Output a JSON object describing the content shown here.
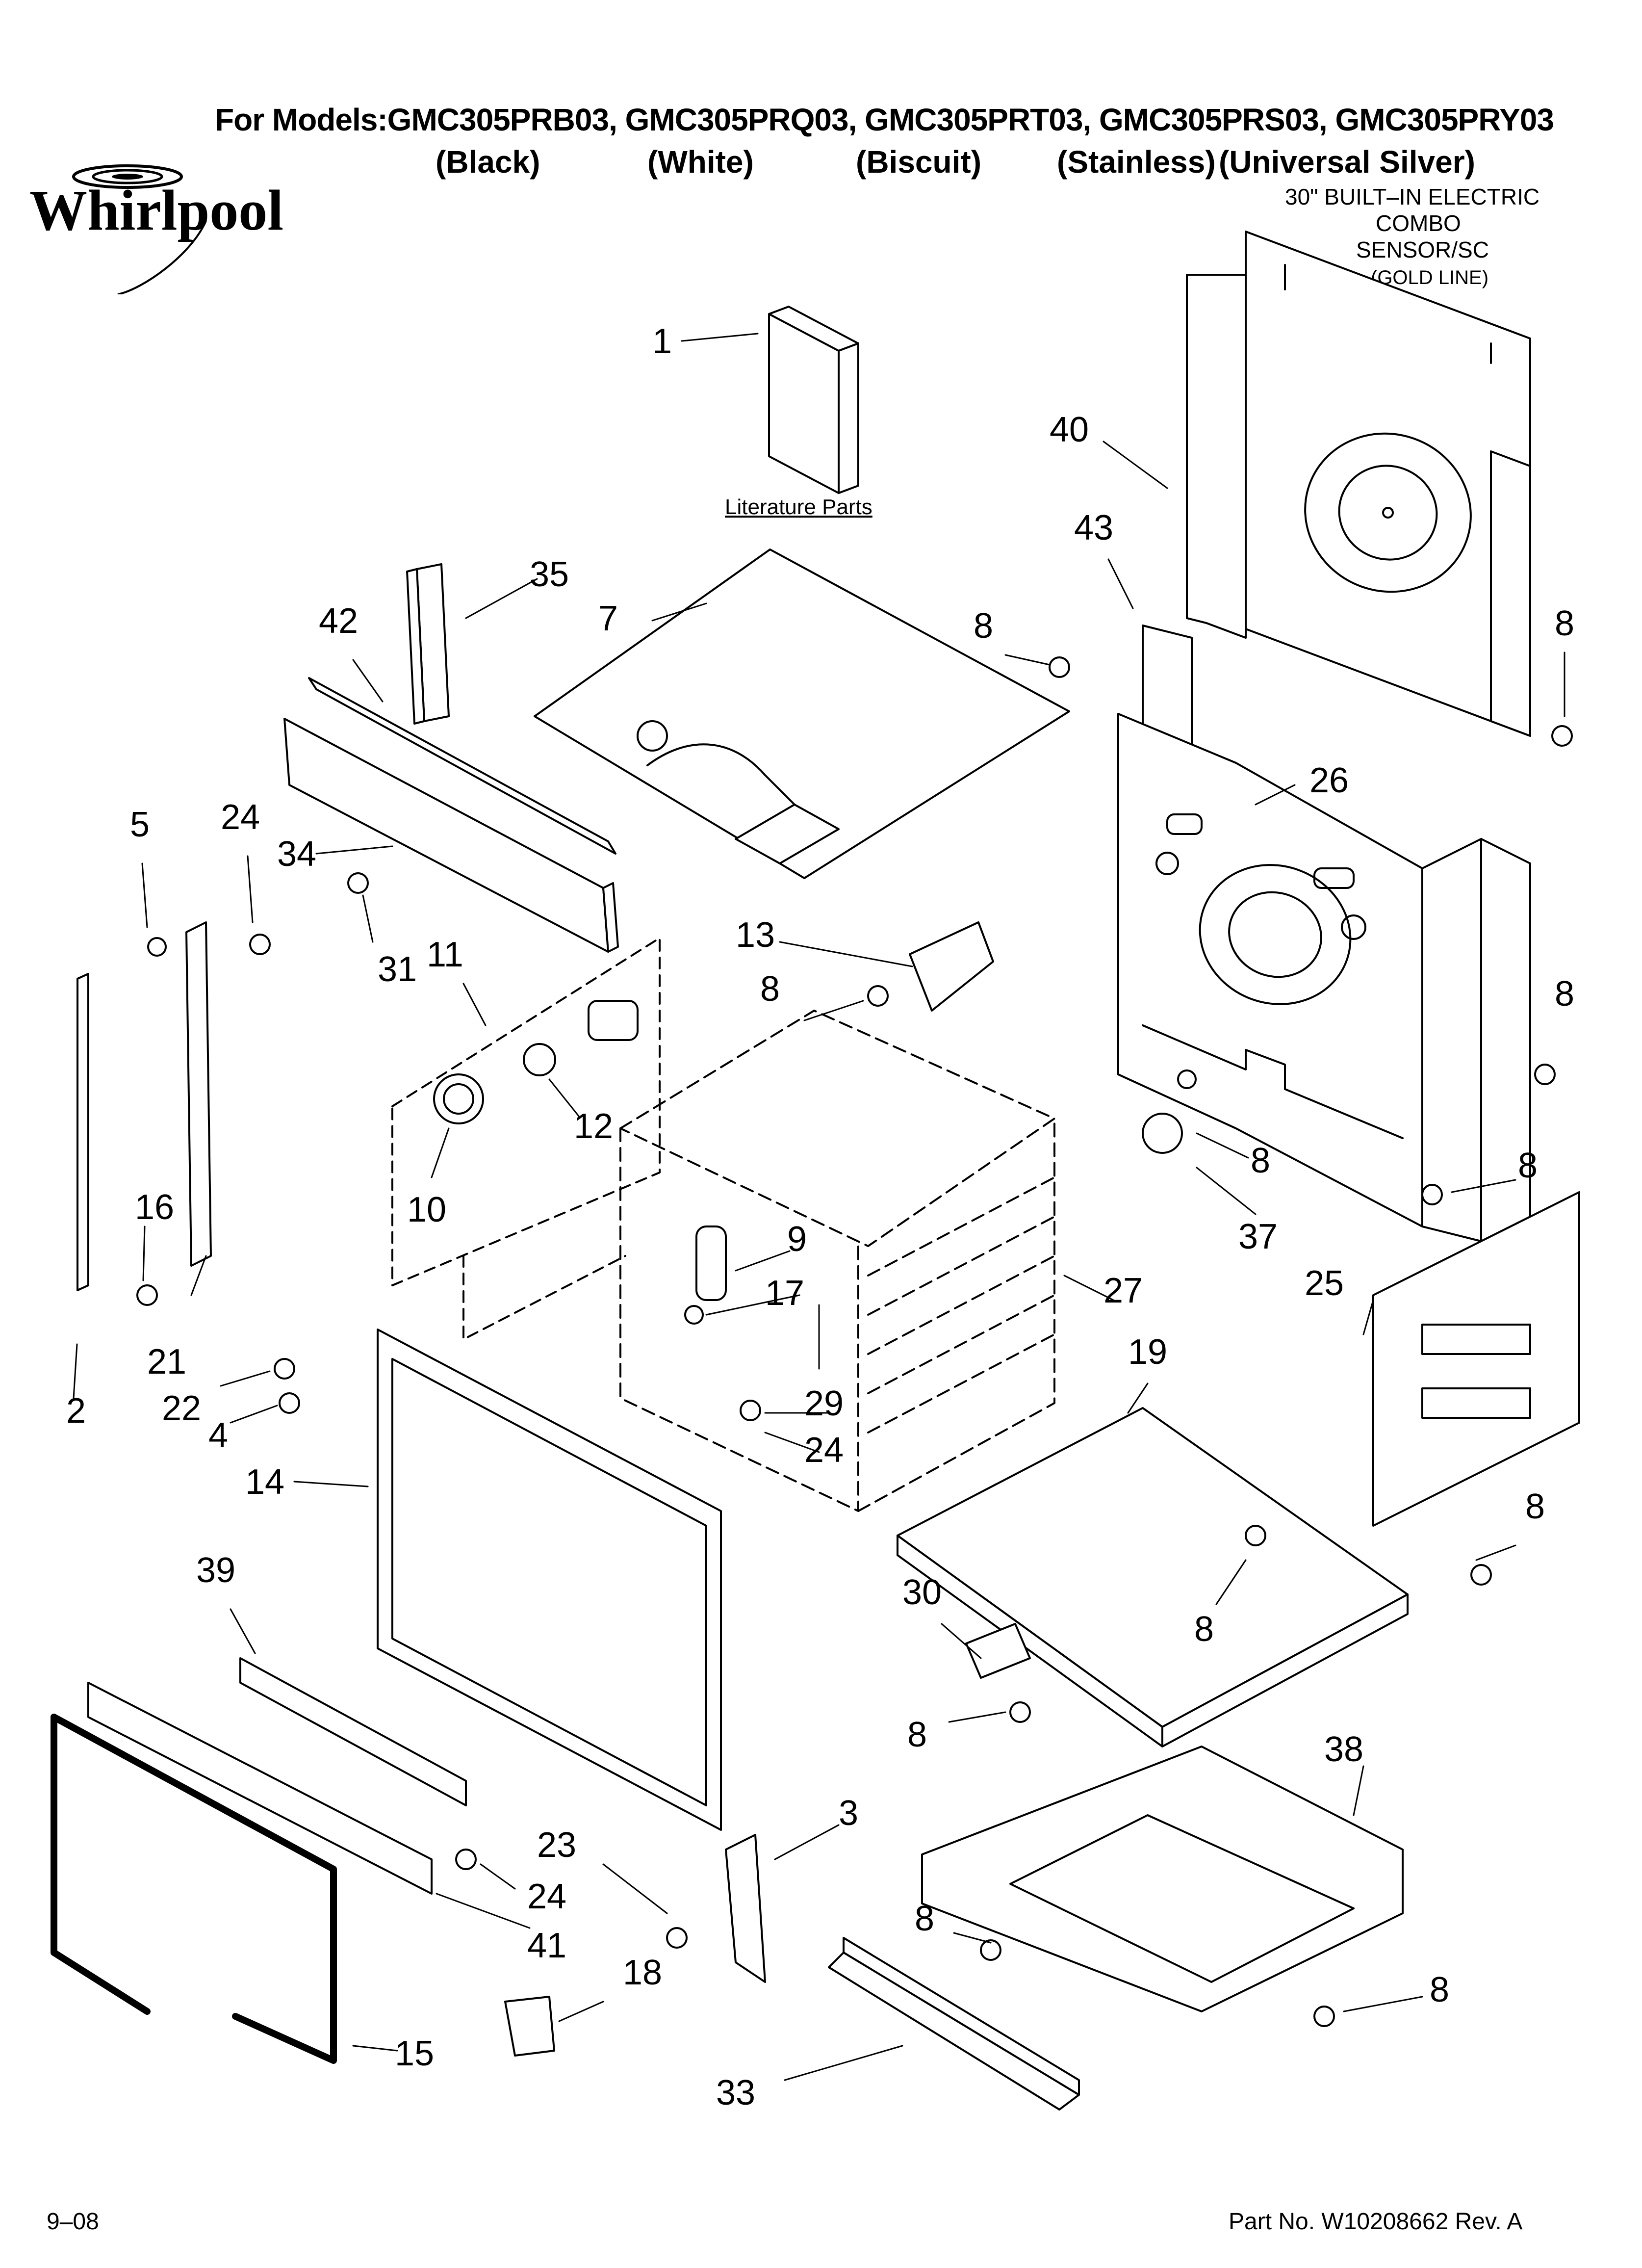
{
  "header": {
    "models_line": "For Models:GMC305PRB03, GMC305PRQ03, GMC305PRT03, GMC305PRS03, GMC305PRY03",
    "colors": [
      "(Black)",
      "(White)",
      "(Biscuit)",
      "(Stainless)",
      "(Universal Silver)"
    ]
  },
  "brand": {
    "name": "Whirlpool"
  },
  "product": {
    "line1": "30\" BUILT–IN ELECTRIC",
    "line2": "COMBO",
    "line3": "SENSOR/SC",
    "line4": "(GOLD LINE)"
  },
  "literature_label": "Literature Parts",
  "callouts": [
    "1",
    "40",
    "43",
    "8",
    "8",
    "35",
    "42",
    "7",
    "26",
    "5",
    "24",
    "34",
    "31",
    "11",
    "13",
    "8",
    "8",
    "12",
    "10",
    "8",
    "8",
    "16",
    "9",
    "17",
    "27",
    "37",
    "21",
    "22",
    "4",
    "2",
    "19",
    "25",
    "14",
    "29",
    "24",
    "8",
    "39",
    "30",
    "8",
    "8",
    "38",
    "3",
    "23",
    "24",
    "41",
    "8",
    "8",
    "18",
    "15",
    "33"
  ],
  "footer": {
    "date": "9–08",
    "part_no": "Part No. W10208662 Rev. A"
  }
}
